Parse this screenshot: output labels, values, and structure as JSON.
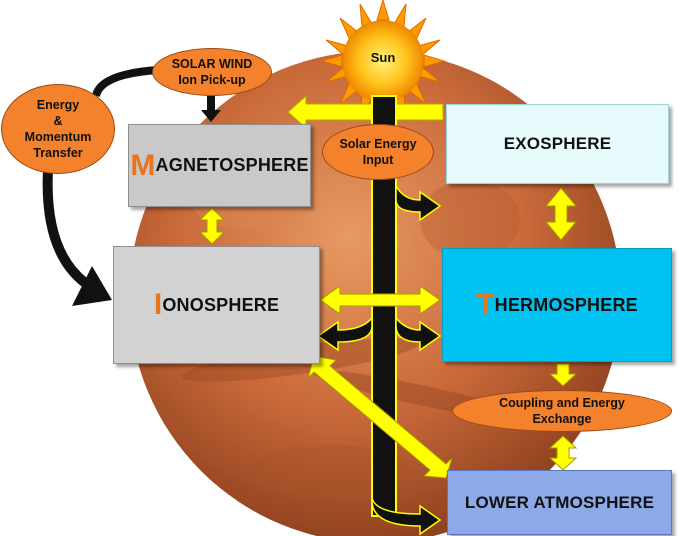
{
  "diagram": {
    "sun": "Sun",
    "boxes": {
      "magnetosphere": {
        "cap": "M",
        "rest": "AGNETOSPHERE"
      },
      "ionosphere": {
        "cap": "I",
        "rest": "ONOSPHERE"
      },
      "exosphere": {
        "label": "EXOSPHERE"
      },
      "thermosphere": {
        "cap": "T",
        "rest": "HERMOSPHERE"
      },
      "lower_atmosphere": {
        "label": "LOWER ATMOSPHERE"
      }
    },
    "ovals": {
      "solar_wind": "SOLAR WIND\nIon Pick-up",
      "energy_transfer": "Energy\n&\nMomentum\nTransfer",
      "solar_energy_input": "Solar Energy\nInput",
      "coupling": "Coupling and Energy\nExchange"
    },
    "colors": {
      "accent_letter": "#e8741c",
      "oval_fill": "#f4812c",
      "arrow_yellow": "#ffff00",
      "arrow_black": "#000000",
      "exosphere_fill": "#e7fbfd",
      "thermosphere_fill": "#00c2f1",
      "lower_atmosphere_fill": "#8ea9e8",
      "gray_box_fill": "#c9c9c9",
      "planet": "#c8693a"
    }
  }
}
